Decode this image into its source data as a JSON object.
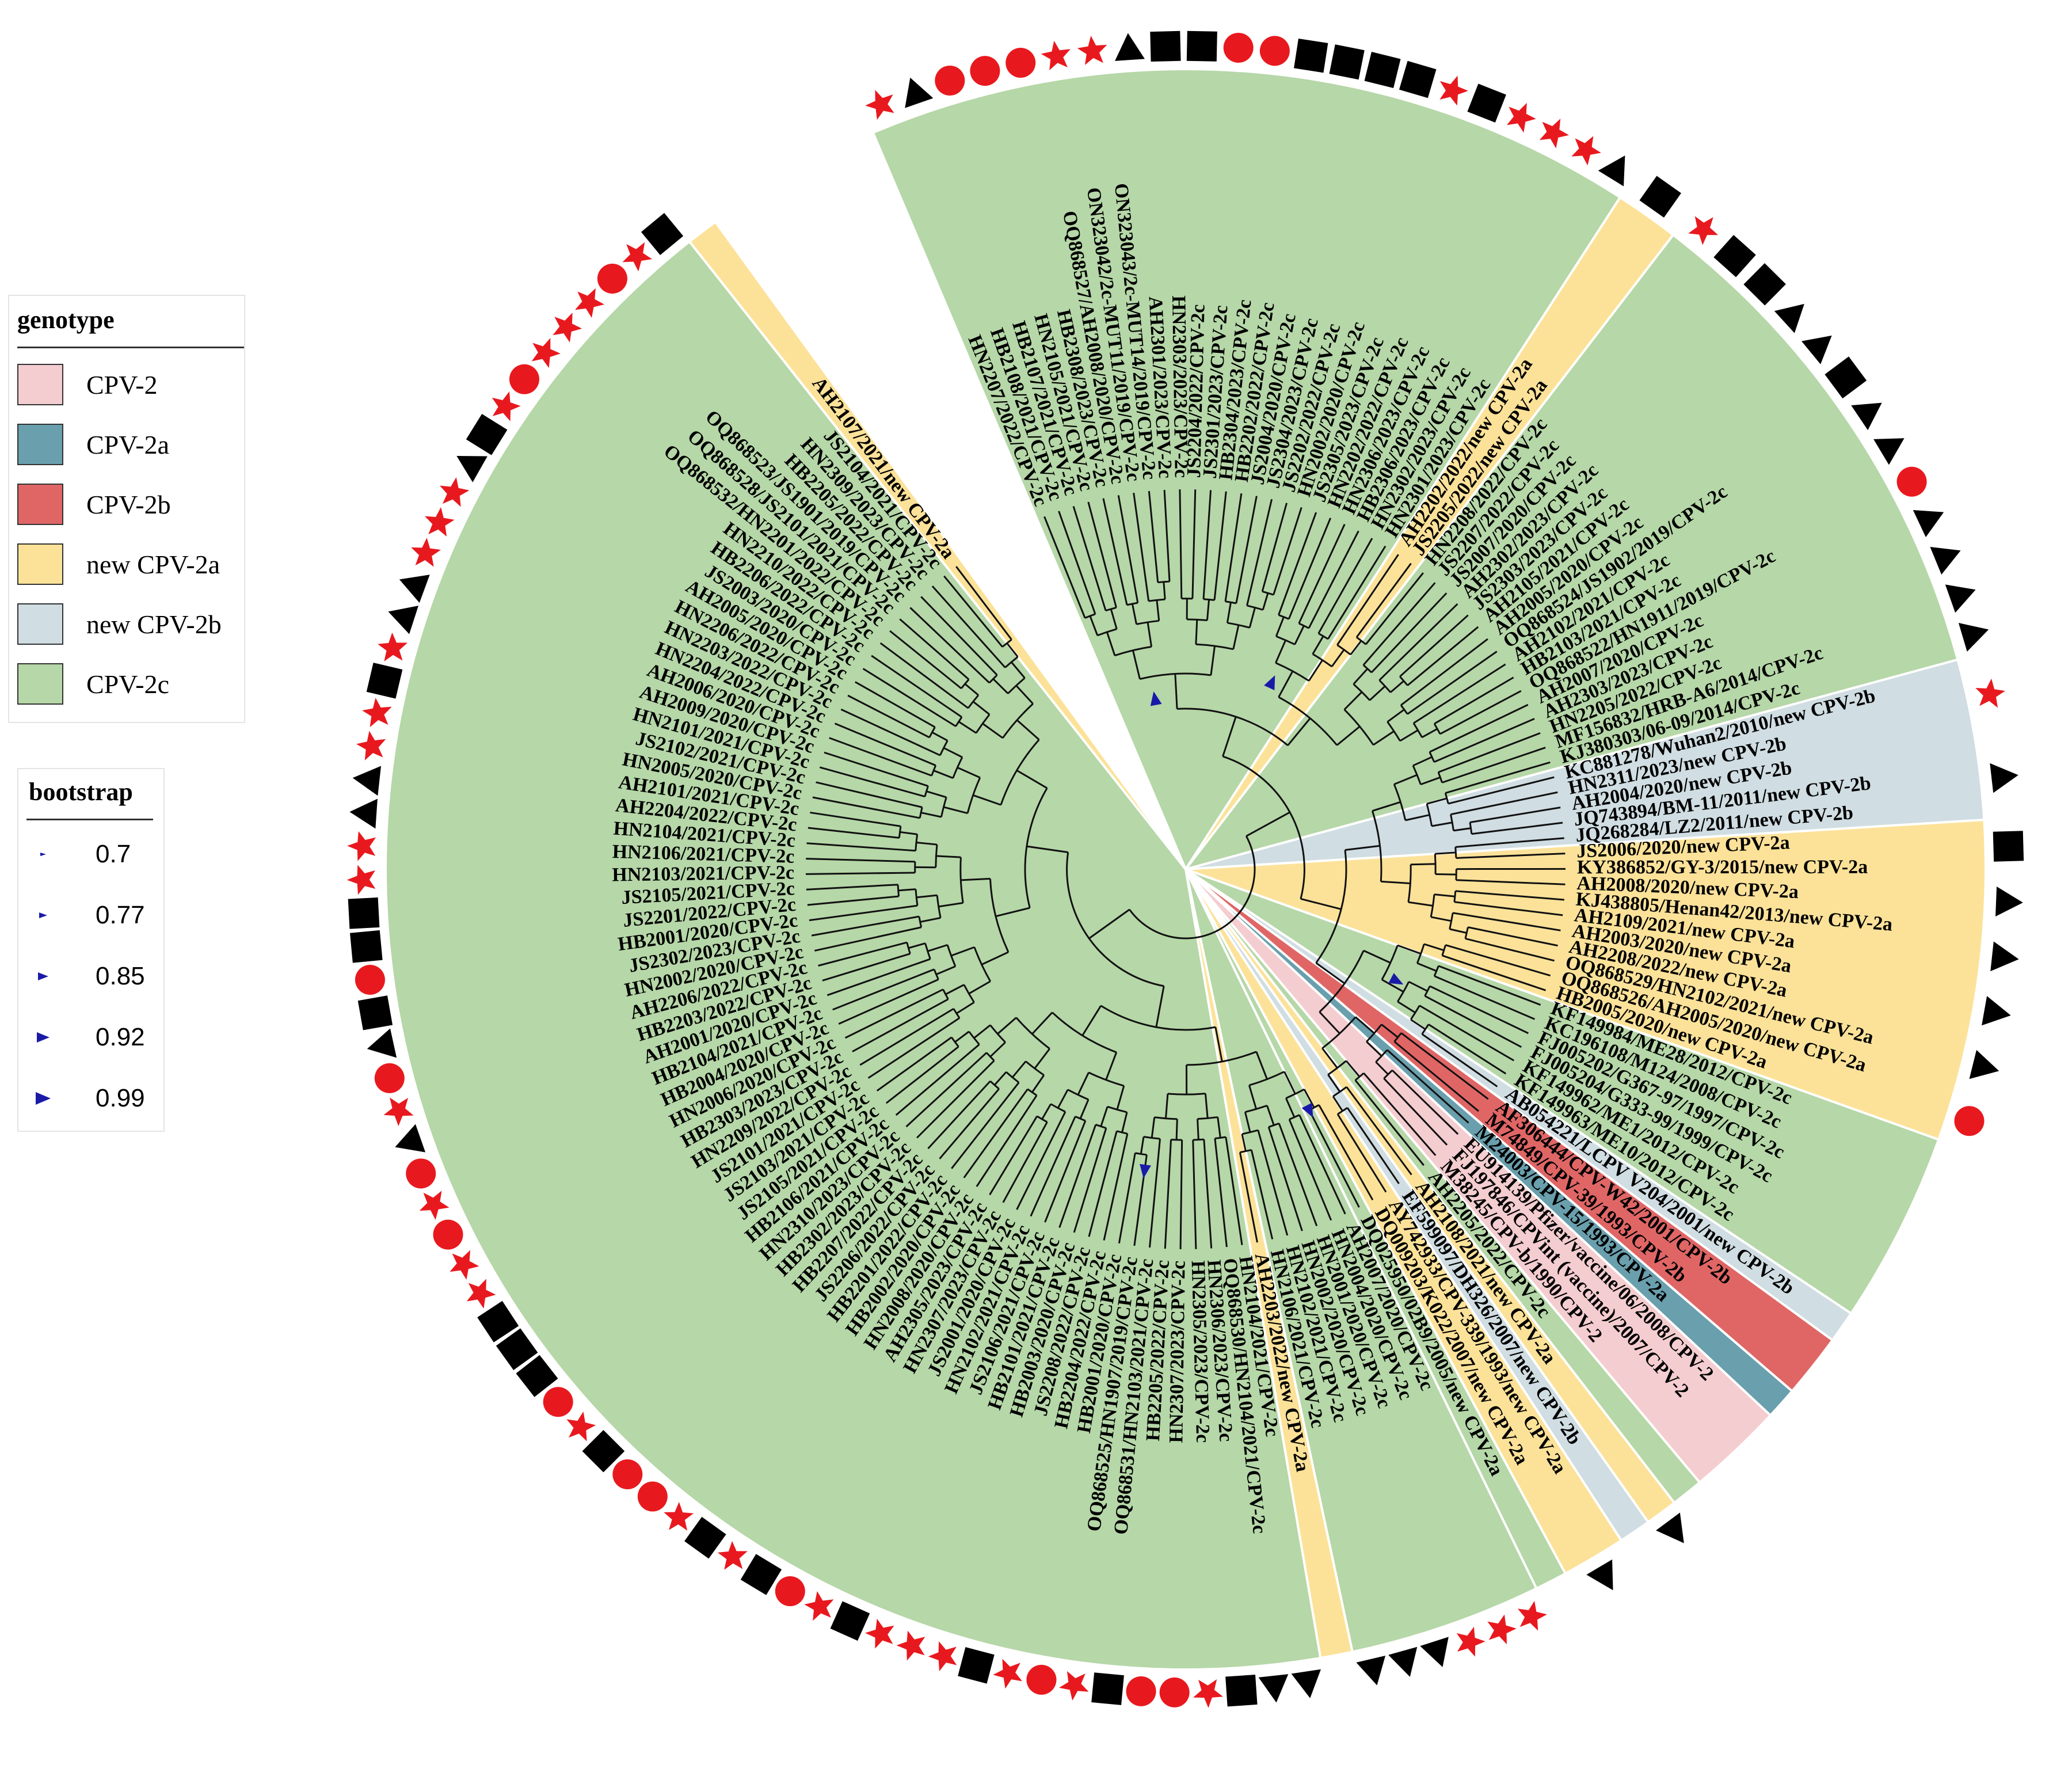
{
  "legend_genotype": {
    "title": "genotype",
    "items": [
      {
        "label": "CPV-2",
        "color": "#f4cdd0"
      },
      {
        "label": "CPV-2a",
        "color": "#6a9fad"
      },
      {
        "label": "CPV-2b",
        "color": "#e06666"
      },
      {
        "label": "new CPV-2a",
        "color": "#fce299"
      },
      {
        "label": "new CPV-2b",
        "color": "#d0dde2"
      },
      {
        "label": "CPV-2c",
        "color": "#b6d7a8"
      }
    ]
  },
  "legend_bootstrap": {
    "title": "bootstrap",
    "items": [
      {
        "label": "0.7",
        "value": 0.7
      },
      {
        "label": "0.77",
        "value": 0.77
      },
      {
        "label": "0.85",
        "value": 0.85
      },
      {
        "label": "0.92",
        "value": 0.92
      },
      {
        "label": "0.99",
        "value": 0.99
      }
    ]
  },
  "tree": {
    "marker_colors": {
      "star": "#e8191e",
      "circle": "#e8191e",
      "square": "#000000",
      "triangle": "#000000"
    },
    "sectors": [
      {
        "genotype": "CPV-2c",
        "labels": [
          "HN2207/2022/CPV-2c",
          "HB2108/2021/CPV-2c",
          "HB2107/2021/CPV-2c",
          "HN2105/2021/CPV-2c",
          "HB2308/2023/CPV-2c",
          "OQ868527/AH2008/2020/CPV-2c",
          "ON323042/2c-MUT11/2019/CPV-2c",
          "ON323043/2c-MUT14/2019/CPV-2c",
          "AH2301/2023/CPV-2c",
          "HN2303/2023/CPV-2c",
          "JS2204/2022/CPV-2c",
          "JS2301/2023/CPV-2c",
          "HB2304/2023/CPV-2c",
          "HB2202/2022/CPV-2c",
          "JS2004/2020/CPV-2c",
          "JS2304/2023/CPV-2c",
          "JS2202/2022/CPV-2c",
          "HN2002/2020/CPV-2c",
          "JS2305/2023/CPV-2c",
          "HN2202/2022/CPV-2c",
          "HN2306/2023/CPV-2c",
          "HB2306/2023/CPV-2c",
          "HN2302/2023/CPV-2c",
          "HN2301/2023/CPV-2c"
        ],
        "markers": [
          "star",
          "triangle",
          "circle",
          "circle",
          "circle",
          "star",
          "star",
          "triangle",
          "square",
          "square",
          "circle",
          "circle",
          "square",
          "square",
          "square",
          "square",
          "star",
          "square",
          "star",
          "star",
          "star",
          "triangle"
        ]
      },
      {
        "genotype": "new CPV-2a",
        "labels": [
          "AH2202/2022/new CPV-2a",
          "JS2205/2022/new CPV-2a"
        ],
        "markers": [
          "square"
        ]
      },
      {
        "genotype": "CPV-2c",
        "labels": [
          "HN2208/2022/CPV-2c",
          "JS2207/2022/CPV-2c",
          "JS2007/2020/CPV-2c",
          "AH2302/2023/CPV-2c",
          "JS2303/2023/CPV-2c",
          "AH2105/2021/CPV-2c",
          "AH2005/2020/CPV-2c",
          "OQ868524/JS1902/2019/CPV-2c",
          "AH2102/2021/CPV-2c",
          "HB2103/2021/CPV-2c",
          "OQ868522/HN1911/2019/CPV-2c",
          "AH2007/2020/CPV-2c",
          "AH2303/2023/CPV-2c",
          "HN2205/2022/CPV-2c",
          "MF156832/HRB-A6/2014/CPV-2c",
          "KJ380303/06-09/2014/CPV-2c"
        ],
        "markers": [
          "star",
          "square",
          "square",
          "triangle",
          "triangle",
          "square",
          "triangle",
          "triangle",
          "circle",
          "triangle",
          "triangle",
          "triangle",
          "triangle"
        ]
      },
      {
        "genotype": "new CPV-2b",
        "labels": [
          "KC881278/Wuhan2/2010/new CPV-2b",
          "HN2311/2023/new CPV-2b",
          "AH2004/2020/new CPV-2b",
          "JQ743894/BM-11/2011/new CPV-2b",
          "JQ268284/LZ2/2011/new CPV-2b"
        ],
        "markers": [
          "star",
          "triangle"
        ]
      },
      {
        "genotype": "new CPV-2a",
        "labels": [
          "JS2006/2020/new CPV-2a",
          "KY386852/GY-3/2015/new CPV-2a",
          "AH2008/2020/new CPV-2a",
          "KJ438805/Henan42/2013/new CPV-2a",
          "AH2109/2021/new CPV-2a",
          "AH2003/2020/new CPV-2a",
          "AH2208/2022/new CPV-2a",
          "OQ868529/HN2102/2021/new CPV-2a",
          "OQ868526/AH2005/2020/new CPV-2a",
          "HB2005/2020/new CPV-2a"
        ],
        "markers": [
          "square",
          "triangle",
          "triangle",
          "triangle",
          "triangle",
          "circle"
        ]
      },
      {
        "genotype": "CPV-2c",
        "labels": [
          "KF149984/ME28/2012/CPV-2c",
          "KC196108/M124/2008/CPV-2c",
          "FJ005202/G367-97/1997/CPV-2c",
          "FJ005204/G333-99/1999/CPV-2c",
          "KF149962/ME1/2012/CPV-2c",
          "KF149963/ME10/2012/CPV-2c"
        ],
        "markers": []
      },
      {
        "genotype": "new CPV-2b",
        "labels": [
          "AB054221/LCPV V204/2001/new CPV-2b"
        ],
        "markers": []
      },
      {
        "genotype": "CPV-2b",
        "labels": [
          "AF306444/CPV-W42/2001/CPV-2b",
          "M74849/CPV-39/1993/CPV-2b"
        ],
        "markers": []
      },
      {
        "genotype": "CPV-2a",
        "labels": [
          "M24003/CPV-15/1993/CPV-2a"
        ],
        "markers": []
      },
      {
        "genotype": "CPV-2",
        "labels": [
          "EU914139/Pfizer/vaccine/06/2008/CPV-2",
          "FJ197846/CPVint (vaccine)/2007/CPV-2",
          "M38245/CPV-b/1990/CPV-2"
        ],
        "markers": []
      },
      {
        "genotype": "CPV-2c",
        "labels": [
          "AH2205/2022/CPV-2c"
        ],
        "markers": []
      },
      {
        "genotype": "new CPV-2a",
        "labels": [
          "AH2108/2021/new CPV-2a"
        ],
        "markers": [
          "triangle"
        ]
      },
      {
        "genotype": "new CPV-2b",
        "labels": [
          "EF599097/DH326/2007/new CPV-2b"
        ],
        "markers": []
      },
      {
        "genotype": "new CPV-2a",
        "labels": [
          "AY742933/CPV-339/1993/new CPV-2a",
          "DQ009203/K022/2007/new CPV-2a"
        ],
        "markers": [
          "triangle"
        ]
      },
      {
        "genotype": "CPV-2c",
        "labels": [
          "DQ025950/02B9/2005/new CPV-2a"
        ],
        "markers": []
      },
      {
        "genotype": "CPV-2c",
        "labels": [
          "AH2007/2020/CPV-2c",
          "HN2004/2020/CPV-2c",
          "HN2001/2020/CPV-2c",
          "HN2002/2020/CPV-2c",
          "HN2102/2021/CPV-2c",
          "HN2106/2021/CPV-2c"
        ],
        "markers": [
          "star",
          "star",
          "star",
          "triangle",
          "triangle",
          "triangle"
        ]
      },
      {
        "genotype": "new CPV-2a",
        "labels": [
          "AH2203/2022/new CPV-2a"
        ],
        "markers": []
      },
      {
        "genotype": "CPV-2c",
        "labels": [
          "HN2104/2021/CPV-2c",
          "OQ868530/HN2104/2021/CPV-2c",
          "HN2306/2023/CPV-2c",
          "HN2305/2023/CPV-2c",
          "HN2307/2023/CPV-2c",
          "HB2205/2022/CPV-2c",
          "OQ868531/HN2103/2021/CPV-2c",
          "OQ868525/HN1907/2019/CPV-2c",
          "HB2001/2020/CPV-2c",
          "HB2204/2022/CPV-2c",
          "JS2208/2022/CPV-2c",
          "HB2003/2020/CPV-2c",
          "HB2101/2021/CPV-2c",
          "JS2106/2021/CPV-2c",
          "HN2102/2021/CPV-2c",
          "JS2001/2020/CPV-2c",
          "HN2307/2023/CPV-2c",
          "AH2305/2023/CPV-2c",
          "HN2008/2020/CPV-2c",
          "HB2002/2020/CPV-2c",
          "HB2201/2022/CPV-2c",
          "JS2206/2022/CPV-2c",
          "HB2207/2022/CPV-2c",
          "HB2302/2023/CPV-2c",
          "HN2310/2023/CPV-2c",
          "HB2106/2021/CPV-2c",
          "JS2105/2021/CPV-2c",
          "JS2103/2021/CPV-2c",
          "JS2101/2021/CPV-2c",
          "HN2209/2022/CPV-2c",
          "HB2303/2023/CPV-2c",
          "HN2006/2020/CPV-2c",
          "HB2004/2020/CPV-2c",
          "HB2104/2021/CPV-2c",
          "AH2001/2020/CPV-2c",
          "HB2203/2022/CPV-2c",
          "AH2206/2022/CPV-2c",
          "HN2002/2020/CPV-2c",
          "JS2302/2023/CPV-2c",
          "HB2001/2020/CPV-2c",
          "JS2201/2022/CPV-2c",
          "JS2105/2021/CPV-2c",
          "HN2103/2021/CPV-2c",
          "HN2106/2021/CPV-2c",
          "HN2104/2021/CPV-2c",
          "AH2204/2022/CPV-2c",
          "AH2101/2021/CPV-2c",
          "HN2005/2020/CPV-2c",
          "JS2102/2021/CPV-2c",
          "HN2101/2021/CPV-2c",
          "AH2009/2020/CPV-2c",
          "AH2006/2020/CPV-2c",
          "HN2204/2022/CPV-2c",
          "HN2203/2022/CPV-2c",
          "HN2206/2022/CPV-2c",
          "AH2005/2020/CPV-2c",
          "JS2003/2020/CPV-2c",
          "HB2206/2022/CPV-2c",
          "HN2210/2022/CPV-2c",
          "OQ868532/HN2201/2022/CPV-2c",
          "OQ868528/JS2101/2021/CPV-2c",
          "OQ868523/JS1901/2019/CPV-2c",
          "HB2205/2022/CPV-2c",
          "HN2309/2023/CPV-2c",
          "JS2104/2021/CPV-2c"
        ],
        "markers": [
          "triangle",
          "triangle",
          "square",
          "star",
          "circle",
          "circle",
          "square",
          "star",
          "circle",
          "star",
          "square",
          "star",
          "star",
          "star",
          "square",
          "star",
          "circle",
          "square",
          "star",
          "square",
          "star",
          "circle",
          "circle",
          "square",
          "star",
          "circle",
          "square",
          "square",
          "square",
          "star",
          "star",
          "circle",
          "star",
          "circle",
          "triangle",
          "star",
          "circle",
          "triangle",
          "square",
          "circle",
          "square",
          "square",
          "star",
          "star",
          "triangle",
          "triangle",
          "star",
          "star",
          "square",
          "star",
          "triangle",
          "triangle",
          "star",
          "star",
          "star",
          "triangle",
          "square",
          "star",
          "circle",
          "star",
          "star",
          "star",
          "circle",
          "star",
          "square"
        ]
      },
      {
        "genotype": "new CPV-2a",
        "labels": [
          "AH2107/2021/new CPV-2a"
        ],
        "markers": []
      }
    ]
  }
}
